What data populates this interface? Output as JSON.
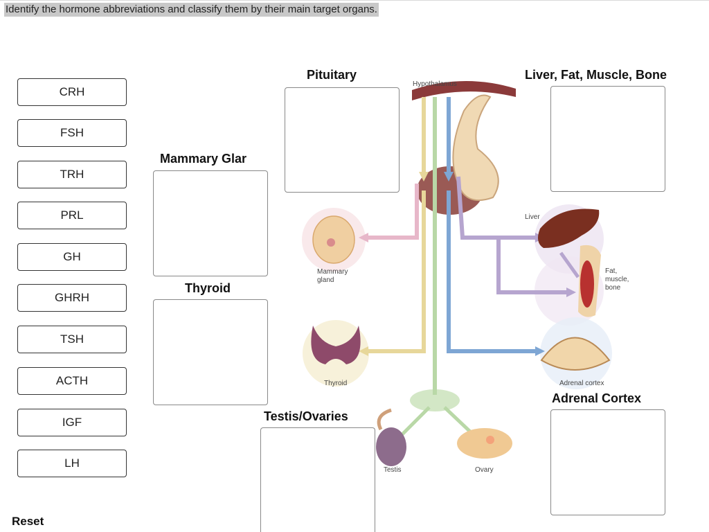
{
  "instruction": "Identify the hormone abbreviations and classify them by their main target organs.",
  "chips": [
    {
      "label": "CRH"
    },
    {
      "label": "FSH"
    },
    {
      "label": "TRH"
    },
    {
      "label": "PRL"
    },
    {
      "label": "GH"
    },
    {
      "label": "GHRH"
    },
    {
      "label": "TSH"
    },
    {
      "label": "ACTH"
    },
    {
      "label": "IGF"
    },
    {
      "label": "LH"
    }
  ],
  "zones": {
    "pituitary": "Pituitary",
    "liver_fat": "Liver, Fat, Muscle, Bone",
    "mammary": "Mammary Glar",
    "thyroid": "Thyroid",
    "adrenal": "Adrenal Cortex",
    "testis": "Testis/Ovaries"
  },
  "diagram_labels": {
    "hypothalamus": "Hypothalamus",
    "liver": "Liver",
    "fat": "Fat,",
    "muscle": "muscle,",
    "bone": "bone",
    "mammary_1": "Mammary",
    "mammary_2": "gland",
    "thyroid": "Thyroid",
    "adrenal": "Adrenal cortex",
    "testis": "Testis",
    "ovary": "Ovary"
  },
  "reset_label": "Reset",
  "colors": {
    "pink_arrow": "#e7b7c9",
    "yellow_arrow": "#e7d79a",
    "green_arrow": "#b9d8a7",
    "blue_arrow": "#7ea6d4",
    "purple_arrow": "#b6a5cf"
  }
}
